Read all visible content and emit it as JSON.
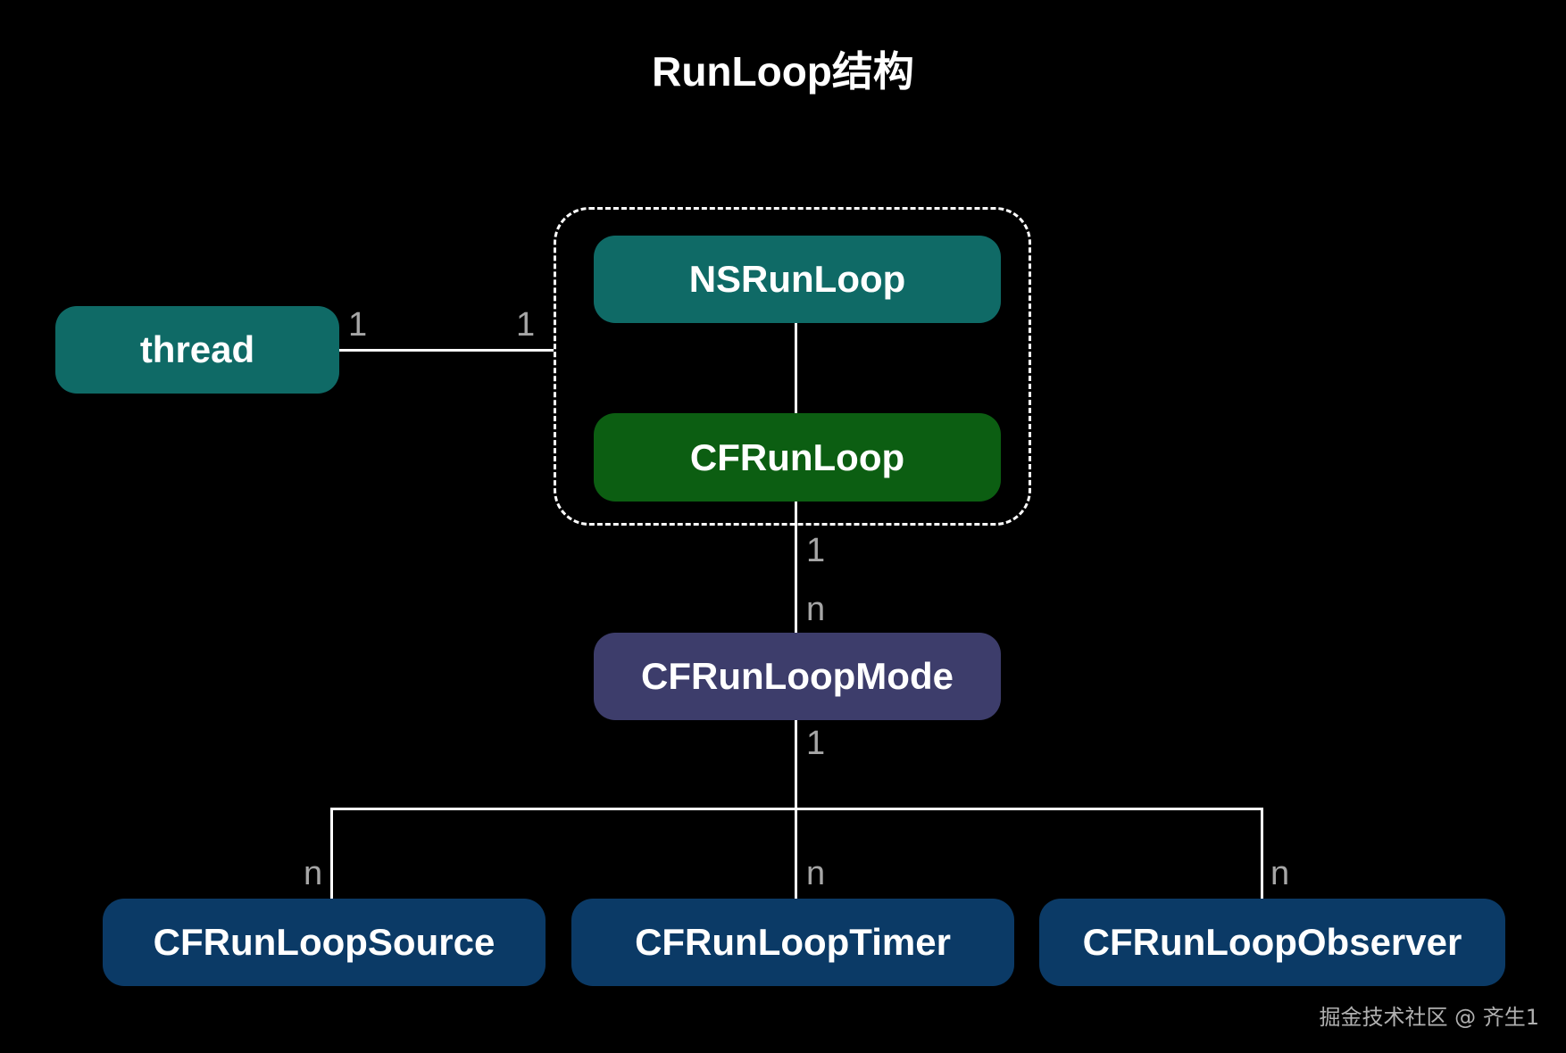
{
  "title": "RunLoop结构",
  "nodes": {
    "thread": {
      "label": "thread",
      "color": "#0f6a66"
    },
    "nsrunloop": {
      "label": "NSRunLoop",
      "color": "#0f6a66"
    },
    "cfrunloop": {
      "label": "CFRunLoop",
      "color": "#0c5e12"
    },
    "mode": {
      "label": "CFRunLoopMode",
      "color": "#3d3d6b"
    },
    "source": {
      "label": "CFRunLoopSource",
      "color": "#0b3a66"
    },
    "timer": {
      "label": "CFRunLoopTimer",
      "color": "#0b3a66"
    },
    "observer": {
      "label": "CFRunLoopObserver",
      "color": "#0b3a66"
    }
  },
  "cardinality": {
    "thread_side": "1",
    "runloop_side": "1",
    "runloop_to_mode_top": "1",
    "runloop_to_mode_bottom": "n",
    "mode_to_children_top": "1",
    "source_n": "n",
    "timer_n": "n",
    "observer_n": "n"
  },
  "watermark": "掘金技术社区 @ 齐生1"
}
